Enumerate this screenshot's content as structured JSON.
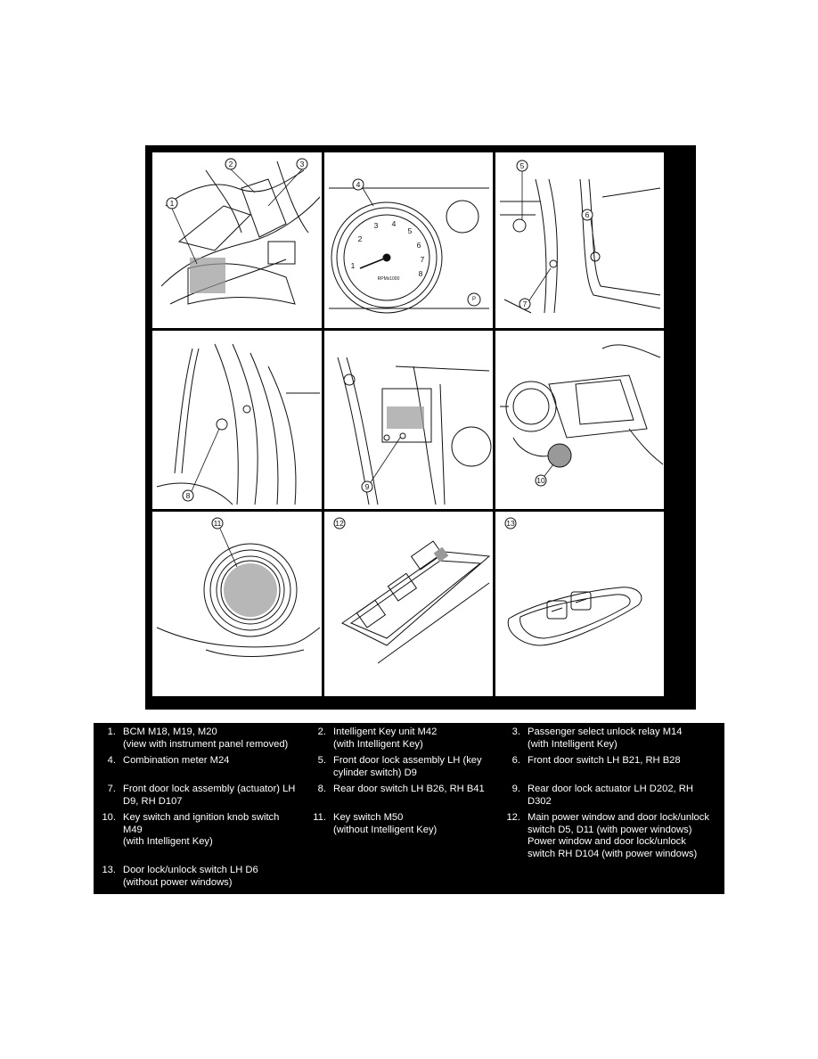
{
  "figure": {
    "callouts": {
      "p1": [
        "1",
        "2",
        "3"
      ],
      "p2": [
        "4"
      ],
      "p3": [
        "5",
        "6",
        "7"
      ],
      "p4": [
        "8"
      ],
      "p5": [
        "9"
      ],
      "p6": [
        "10"
      ],
      "p7": [
        "11"
      ],
      "p8": [
        "12"
      ],
      "p9": [
        "13"
      ]
    },
    "tach_numbers": [
      "1",
      "2",
      "3",
      "4",
      "5",
      "6",
      "7",
      "8"
    ],
    "tach_label": "RPMx1000",
    "fuel_label": "P"
  },
  "legend": {
    "rows": [
      [
        {
          "n": "1.",
          "lines": [
            "BCM M18, M19, M20",
            "(view with instrument panel removed)"
          ]
        },
        {
          "n": "2.",
          "lines": [
            "Intelligent Key unit M42",
            "(with Intelligent Key)"
          ]
        },
        {
          "n": "3.",
          "lines": [
            "Passenger select unlock relay M14",
            "(with Intelligent Key)"
          ]
        }
      ],
      [
        {
          "n": "4.",
          "lines": [
            "Combination meter M24"
          ]
        },
        {
          "n": "5.",
          "lines": [
            "Front door lock assembly LH (key",
            "cylinder switch) D9"
          ]
        },
        {
          "n": "6.",
          "lines": [
            "Front door switch LH B21, RH B28"
          ]
        }
      ],
      [
        {
          "n": "7.",
          "lines": [
            "Front door lock assembly (actuator) LH",
            "D9, RH D107"
          ]
        },
        {
          "n": "8.",
          "lines": [
            "Rear door switch LH B26, RH B41"
          ]
        },
        {
          "n": "9.",
          "lines": [
            "Rear door lock actuator LH D202, RH",
            "D302"
          ]
        }
      ],
      [
        {
          "n": "10.",
          "lines": [
            "Key switch and ignition knob switch",
            "M49",
            "(with Intelligent Key)"
          ]
        },
        {
          "n": "11.",
          "lines": [
            "Key switch M50",
            "(without Intelligent Key)"
          ]
        },
        {
          "n": "12.",
          "lines": [
            "Main power window and door lock/unlock",
            "switch D5, D11 (with power windows)",
            "Power window and door lock/unlock",
            "switch RH D104 (with power windows)"
          ]
        }
      ],
      [
        {
          "n": "13.",
          "lines": [
            "Door lock/unlock switch LH D6",
            "(without power windows)"
          ]
        },
        {
          "n": "",
          "lines": []
        },
        {
          "n": "",
          "lines": []
        }
      ]
    ]
  }
}
